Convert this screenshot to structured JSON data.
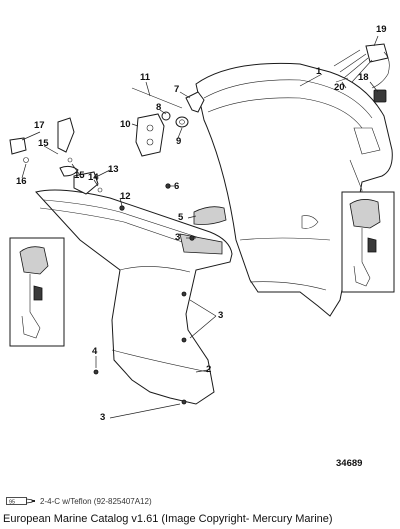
{
  "figure_number": "34689",
  "callouts": [
    "1",
    "2",
    "3",
    "3",
    "3",
    "4",
    "5",
    "6",
    "7",
    "8",
    "9",
    "10",
    "11",
    "12",
    "13",
    "14",
    "15",
    "15",
    "16",
    "17",
    "18",
    "19",
    "20"
  ],
  "legend": {
    "icon_label": "95",
    "text": "2-4-C w/Teflon (92-825407A12)"
  },
  "caption": "European Marine Catalog v1.61 (Image Copyright- Mercury Marine)"
}
